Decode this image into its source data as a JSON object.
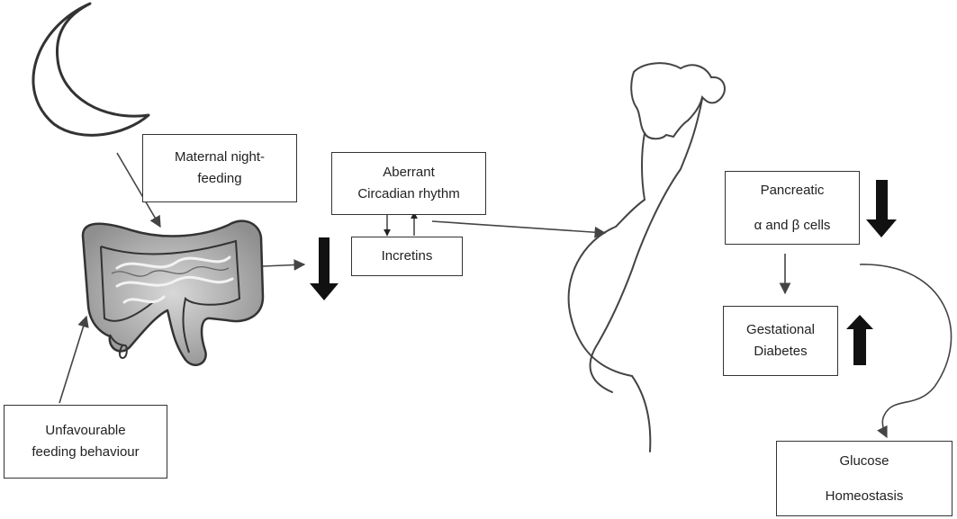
{
  "diagram": {
    "nodes": {
      "maternal_night_feeding": {
        "text": "Maternal night-\nfeeding"
      },
      "aberrant_circadian_rhythm": {
        "text": "Aberrant\nCircadian rhythm"
      },
      "incretins": {
        "text": "Incretins"
      },
      "pancreatic_cells": {
        "text": "Pancreatic\n\nα and β cells"
      },
      "gestational_diabetes": {
        "text": "Gestational\nDiabetes"
      },
      "glucose_homeostasis": {
        "text": "Glucose\n\nHomeostasis"
      },
      "unfavourable_feeding": {
        "text": "Unfavourable\nfeeding behaviour"
      }
    },
    "indicators": {
      "gut_effect": "down",
      "pancreatic_cells": "down",
      "gestational_diabetes": "up"
    },
    "icons": [
      "crescent-moon-icon",
      "intestine-icon",
      "pregnant-woman-icon"
    ]
  }
}
